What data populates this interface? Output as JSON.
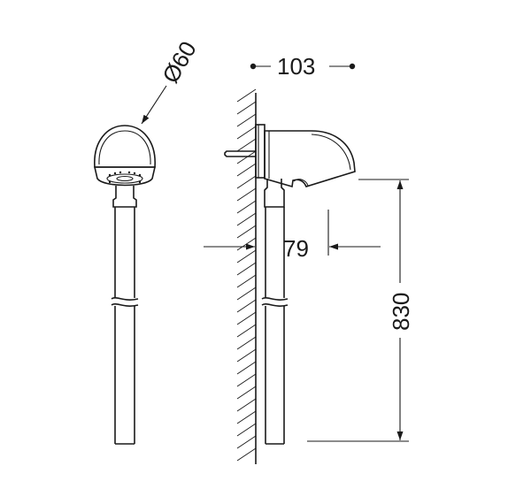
{
  "dimensions": {
    "diameter": "Ø60",
    "width": "103",
    "projection": "79",
    "height": "830"
  },
  "colors": {
    "ink": "#1a1a1a",
    "background": "#ffffff"
  }
}
